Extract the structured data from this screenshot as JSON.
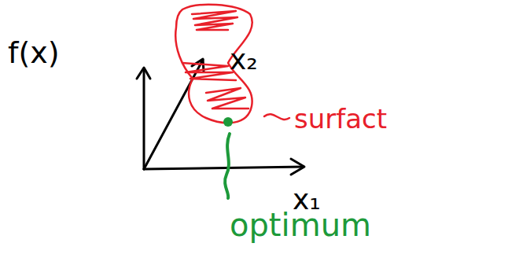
{
  "diagram": {
    "labels": [
      "f(x)",
      "x₂",
      "x₁",
      "surfact",
      "optimum"
    ]
  }
}
